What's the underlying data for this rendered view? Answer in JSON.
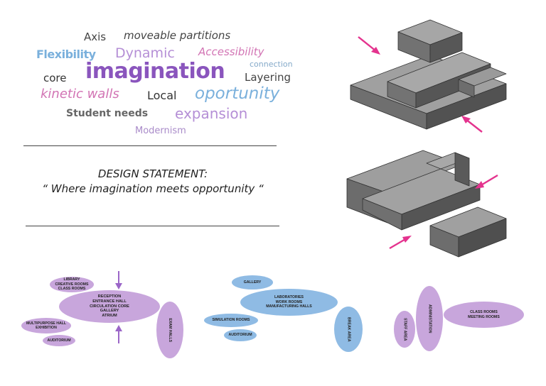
{
  "colors": {
    "purple": "#c8a6dc",
    "blue": "#8fbbe4",
    "arrow_pink": "#e4338e",
    "arrow_purple": "#9b66c8",
    "massing_top": "#9e9e9e",
    "massing_left": "#6e6e6e",
    "massing_right": "#555555"
  },
  "word_cloud": {
    "words": [
      {
        "text": "Axis",
        "color": "#444444"
      },
      {
        "text": "moveable partitions",
        "color": "#444444"
      },
      {
        "text": "Flexibility",
        "color": "#7ab0dc"
      },
      {
        "text": "Dynamic",
        "color": "#b58fd6"
      },
      {
        "text": "Accessibility",
        "color": "#d274b4"
      },
      {
        "text": "connection",
        "color": "#84a9c9"
      },
      {
        "text": "core",
        "color": "#333333"
      },
      {
        "text": "imagination",
        "color": "#8a55bd"
      },
      {
        "text": "Layering",
        "color": "#444444"
      },
      {
        "text": "kinetic walls",
        "color": "#d274b4"
      },
      {
        "text": "Local",
        "color": "#333333"
      },
      {
        "text": "oportunity",
        "color": "#7ab0dc"
      },
      {
        "text": "Student needs",
        "color": "#666666"
      },
      {
        "text": "expansion",
        "color": "#b58fd6"
      },
      {
        "text": "Modernism",
        "color": "#a98bc9"
      }
    ]
  },
  "statement": {
    "heading": "DESIGN STATEMENT:",
    "quote": "“ Where imagination meets opportunity “"
  },
  "bubble_diagram": {
    "group1": {
      "library": "LIBRARY\nCREATIVE ROOMS\nCLASS ROOMS",
      "reception": "RECEPTION\nENTRANCE HALL\nCIRCULATION CORE\nGALLERY\nATRIUM",
      "multipurpose": "MULTIPURPOSE HALL\nEXHIBITION",
      "auditorium": "AUDITORIUM",
      "exam": "EXAM HALLS"
    },
    "group2": {
      "gallery": "GALLERY",
      "labs": "LABORATORIES\nWORK ROOMS\nMANUFACTURING HALLS",
      "simulation": "SIMULATION ROOMS",
      "auditorium": "AUDITORIUM",
      "break": "BREAK AREA"
    },
    "group3": {
      "staff": "STAFF AREA",
      "admin": "ADMINISTATION",
      "class": "CLASS ROOMS\nMEETING ROOMS"
    }
  }
}
